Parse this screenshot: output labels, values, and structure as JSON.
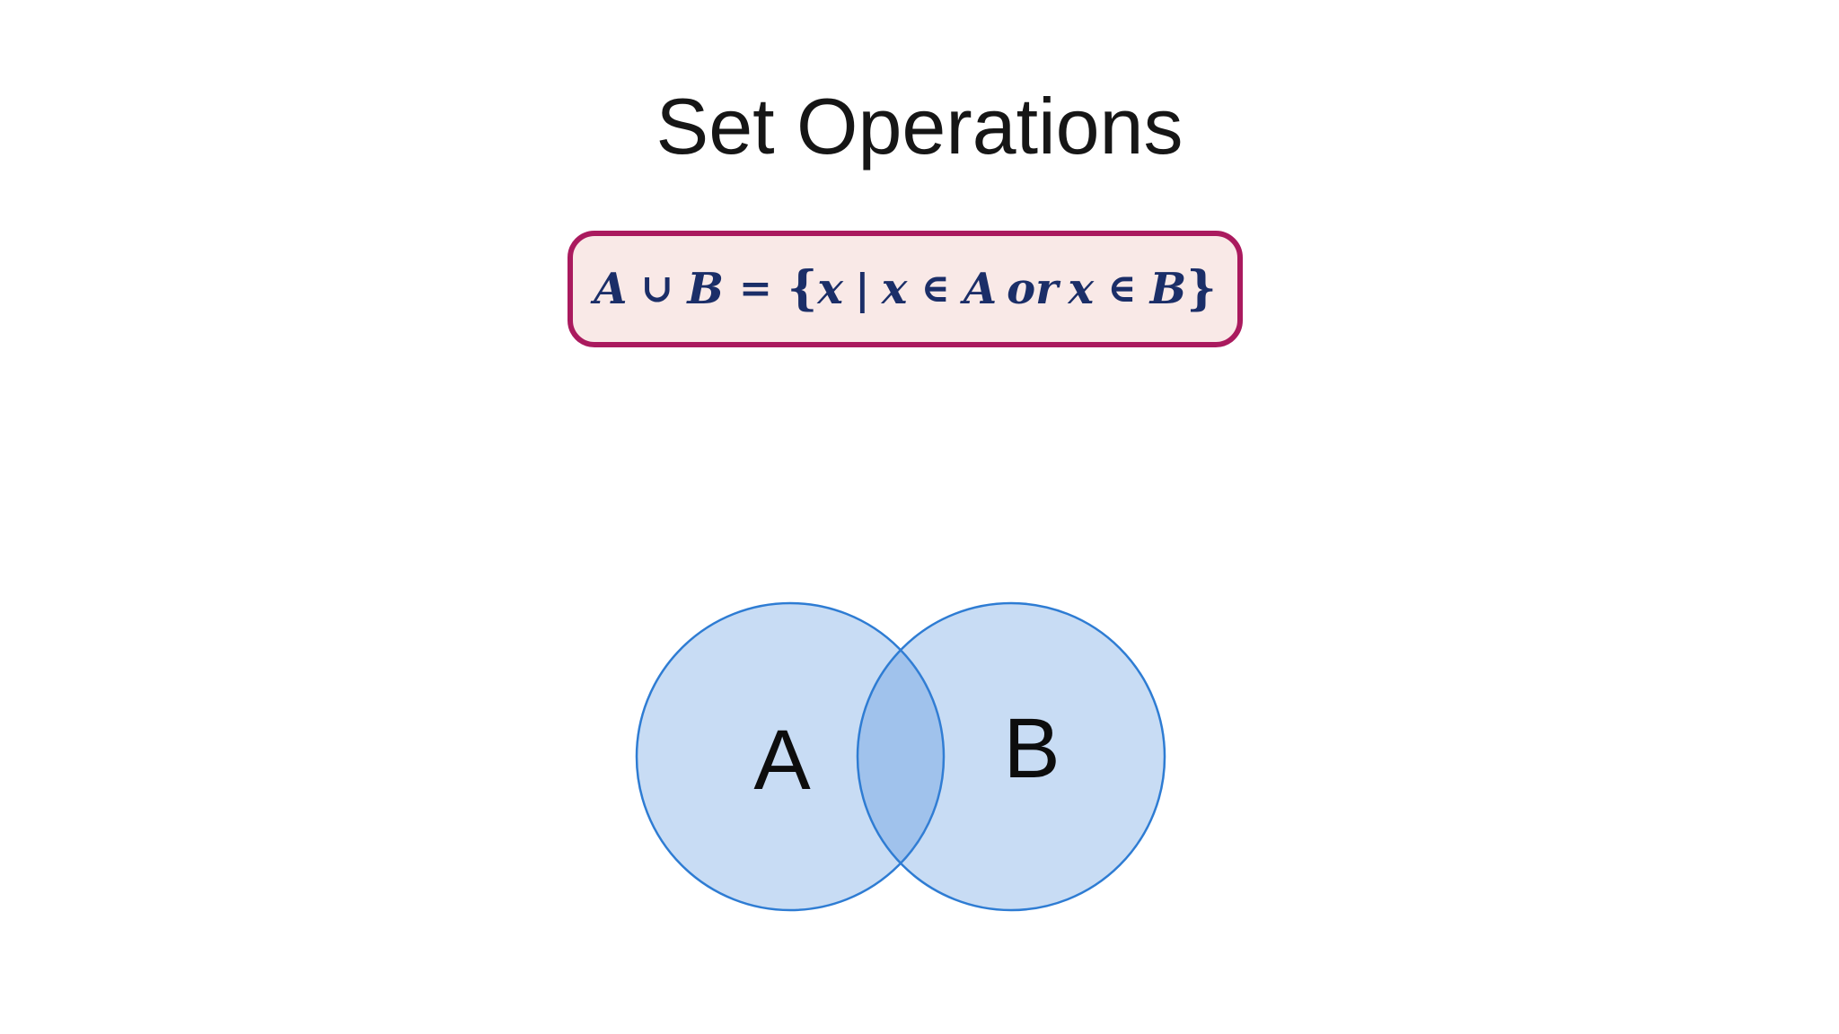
{
  "theme": {
    "title_ink": "#161616",
    "box_border": "#aa1a5e",
    "box_bg": "#f9e9e7",
    "formula_ink": "#1b2e68",
    "circle_fill": "#3b82d6",
    "circle_fill_opacity": "0.28",
    "circle_stroke": "#2e7cd3",
    "label_ink": "#0d0d0d"
  },
  "title": {
    "text": "Set Operations"
  },
  "formula": {
    "full_text": "A ∪ B = {x | x ∈ A or x ∈ B}",
    "parts": [
      {
        "text": "A"
      },
      {
        "text": "∪"
      },
      {
        "text": "B"
      },
      {
        "text": "="
      },
      {
        "text": "{"
      },
      {
        "text": "x"
      },
      {
        "text": "|"
      },
      {
        "text": "x"
      },
      {
        "text": "∈"
      },
      {
        "text": "A"
      },
      {
        "text": "or"
      },
      {
        "text": "x"
      },
      {
        "text": "∈"
      },
      {
        "text": "B"
      },
      {
        "text": "}"
      }
    ]
  },
  "venn": {
    "set_a_label": "A",
    "set_b_label": "B"
  }
}
